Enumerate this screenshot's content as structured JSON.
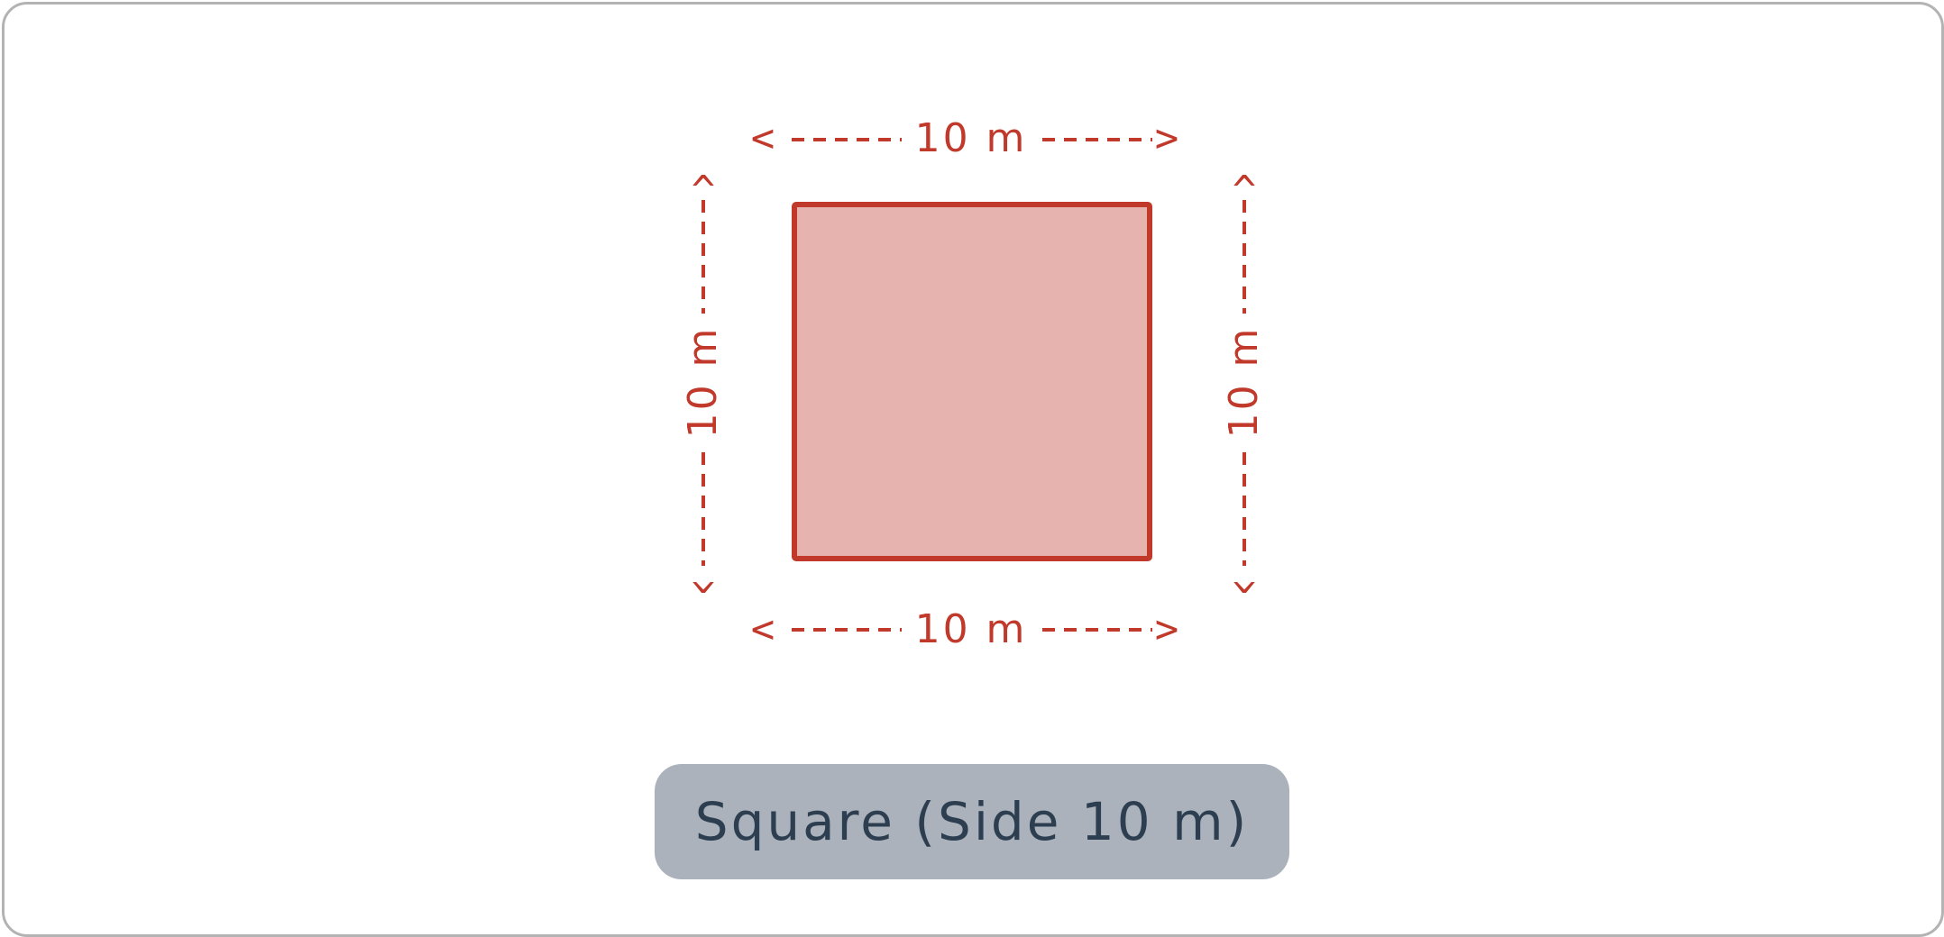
{
  "shape": {
    "type": "square",
    "fill_color": "#e6b3ae",
    "stroke_color": "#c0392b"
  },
  "dimensions": {
    "top_label": "10 m",
    "bottom_label": "10 m",
    "left_label": "10 m",
    "right_label": "10 m",
    "color": "#c0392b"
  },
  "caption": {
    "text": "Square (Side 10 m)",
    "background": "#abb2bb",
    "text_color": "#2c3e50"
  }
}
